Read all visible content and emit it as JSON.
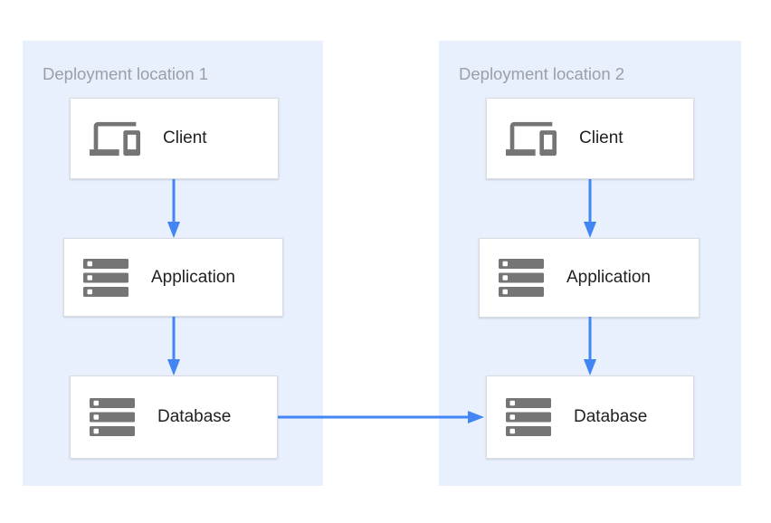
{
  "colors": {
    "panel_background": "#e8f0fe",
    "arrow": "#4285f4",
    "icon_gray": "#757575",
    "box_border": "#d9dce1",
    "title_text": "#9aa0a6",
    "label_text": "#212121"
  },
  "panels": [
    {
      "title": "Deployment location 1",
      "nodes": [
        {
          "label": "Client",
          "icon": "devices-icon"
        },
        {
          "label": "Application",
          "icon": "server-icon"
        },
        {
          "label": "Database",
          "icon": "server-icon"
        }
      ]
    },
    {
      "title": "Deployment location 2",
      "nodes": [
        {
          "label": "Client",
          "icon": "devices-icon"
        },
        {
          "label": "Application",
          "icon": "server-icon"
        },
        {
          "label": "Database",
          "icon": "server-icon"
        }
      ]
    }
  ],
  "connections": [
    {
      "from": "client-1",
      "to": "application-1",
      "direction": "down"
    },
    {
      "from": "application-1",
      "to": "database-1",
      "direction": "down"
    },
    {
      "from": "client-2",
      "to": "application-2",
      "direction": "down"
    },
    {
      "from": "application-2",
      "to": "database-2",
      "direction": "down"
    },
    {
      "from": "database-1",
      "to": "database-2",
      "direction": "right"
    }
  ]
}
